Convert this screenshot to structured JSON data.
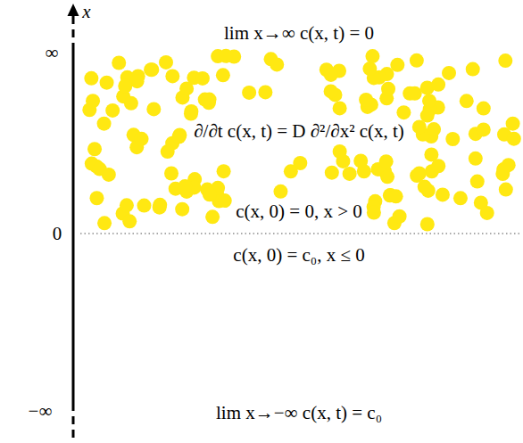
{
  "diagram": {
    "labels": [
      "x",
      "∞",
      "0",
      "−∞",
      "lim x→∞ c(x, t) = 0",
      "∂/∂t c(x, t) = D ∂²/∂x² c(x, t)",
      "c(x, 0) = 0, x > 0",
      "c(x, 0) = c₀, x ≤ 0",
      "lim x→−∞ c(x, t) = c₀"
    ]
  }
}
